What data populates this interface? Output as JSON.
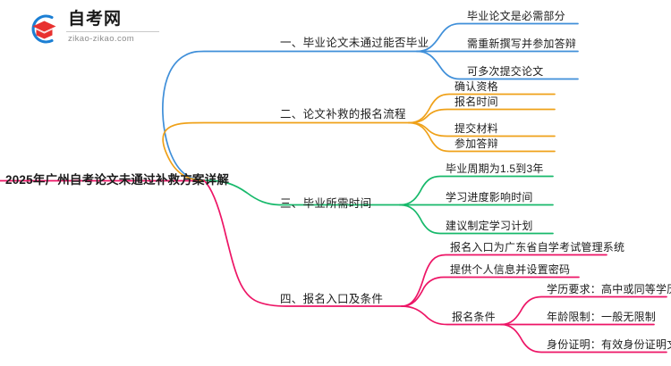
{
  "logo": {
    "mark_icon": "graduation-cap-icon",
    "title": "自考网",
    "url": "zikao-zikao.com",
    "arc_color": "#1b7fd4",
    "cap_color": "#e8312f"
  },
  "mindmap": {
    "root": {
      "label": "2025年广州自考论文未通过补救方案详解"
    },
    "branches": [
      {
        "label": "一、毕业论文未通过能否毕业",
        "color": "#3f8fd9",
        "children": [
          {
            "label": "毕业论文是必需部分"
          },
          {
            "label": "需重新撰写并参加答辩"
          },
          {
            "label": "可多次提交论文"
          }
        ]
      },
      {
        "label": "二、论文补救的报名流程",
        "color": "#efa119",
        "children": [
          {
            "label": "确认资格"
          },
          {
            "label": "报名时间"
          },
          {
            "label": "提交材料"
          },
          {
            "label": "参加答辩"
          }
        ]
      },
      {
        "label": "三、毕业所需时间",
        "color": "#17b96b",
        "children": [
          {
            "label": "毕业周期为1.5到3年"
          },
          {
            "label": "学习进度影响时间"
          },
          {
            "label": "建议制定学习计划"
          }
        ]
      },
      {
        "label": "四、报名入口及条件",
        "color": "#ed1566",
        "children": [
          {
            "label": "报名入口为广东省自学考试管理系统"
          },
          {
            "label": "提供个人信息并设置密码"
          },
          {
            "label": "报名条件",
            "children": [
              {
                "label": "学历要求：高中或同等学历"
              },
              {
                "label": "年龄限制：一般无限制"
              },
              {
                "label": "身份证明：有效身份证明文件"
              }
            ]
          }
        ]
      }
    ]
  }
}
